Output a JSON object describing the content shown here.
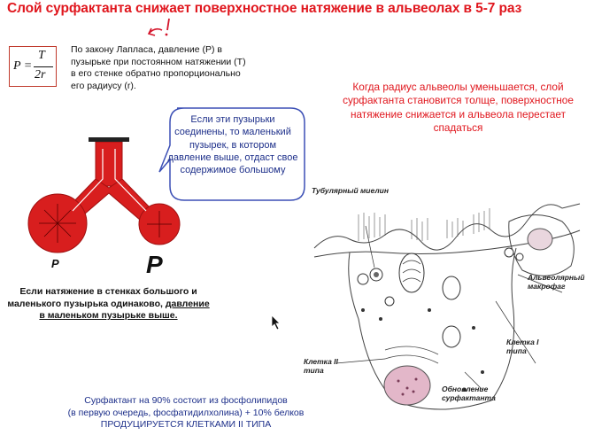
{
  "title": "Слой сурфактанта снижает  поверхностное натяжение в альвеолах в 5-7 раз",
  "formula": {
    "lhs": "P =",
    "numerator": "T",
    "denominator": "2r"
  },
  "laplace_text": "По закону Лапласа, давление (P) в пузырьке при постоянном натяжении (T) в его стенке обратно пропорционально его радиусу (r).",
  "red_explanation": "Когда радиус альвеолы уменьшается, слой сурфактанта становится толще, поверхностное натяжение снижается и альвеола перестает спадаться",
  "speech_bubble_text": "Если эти пузырьки соединены, то маленький пузырек, в котором давление выше, отдаст свое содержимое большому",
  "p_small_label": "P",
  "p_large_label": "P",
  "tension_text_part1": "Если натяжение в стенках большого и маленького пузырька одинаково,",
  "tension_text_part2": "давление в маленьком пузырьке выше.",
  "alveolus_labels": {
    "tubular_myelin": "Тубулярный миелин",
    "macrophage": "Альвеолярный макрофаг",
    "type1": "Клетка I типа",
    "type2": "Клетка II типа",
    "renewal": "Обновление сурфактанта"
  },
  "bottom_text_line1": "Сурфактант на 90% состоит из фосфолипидов",
  "bottom_text_line2": "(в первую очередь, фосфатидилхолина) + 10% белков",
  "bottom_text_line3": "ПРОДУЦИРУЕТСЯ КЛЕТКАМИ II ТИПА",
  "colors": {
    "title_red": "#e0161d",
    "bubble_red": "#d81e1e",
    "text_blue": "#1d2f8a",
    "border_blue": "#3b4fb5"
  }
}
